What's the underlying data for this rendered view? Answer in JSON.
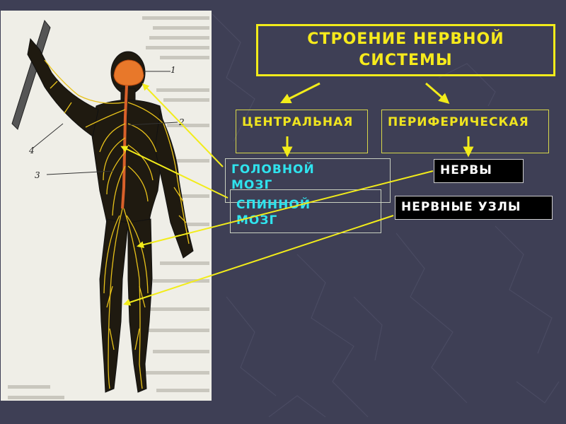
{
  "title": "СТРОЕНИЕ НЕРВНОЙ СИСТЕМЫ",
  "central": "ЦЕНТРАЛЬНАЯ",
  "peripheral": "ПЕРИФЕРИЧЕСКАЯ",
  "nerves": "НЕРВЫ",
  "ganglia": "НЕРВНЫЕ УЗЛЫ",
  "brain": "ГОЛОВНОЙ МОЗГ",
  "spinal": "СПИННОЙ МОЗГ",
  "figure_labels": [
    "1",
    "2",
    "3",
    "4"
  ],
  "colors": {
    "background": "#3e3f55",
    "title_yellow": "#f6ea1c",
    "cyan": "#2fe3ee",
    "arrow": "#f2ec1a",
    "nerve": "#e8c21a",
    "brain": "#e8782a"
  }
}
